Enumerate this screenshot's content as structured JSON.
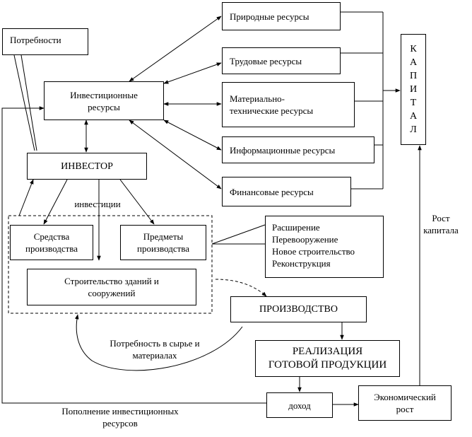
{
  "boxes": {
    "needs": "Потребности",
    "investment_resources": "Инвестиционные\nресурсы",
    "investor": "ИНВЕСТОР",
    "natural": "Природные ресурсы",
    "labor": "Трудовые ресурсы",
    "material": "Материально-\nтехнические ресурсы",
    "information": "Информационные ресурсы",
    "financial": "Финансовые ресурсы",
    "capital_letters": [
      "К",
      "А",
      "П",
      "И",
      "Т",
      "А",
      "Л"
    ],
    "means_of_production": "Средства\nпроизводства",
    "objects_of_production": "Предметы\nпроизводства",
    "construction": "Строительство зданий и\nсооружений",
    "expansion_list": "Расширение\nПеревооружение\nНовое строительство\nРеконструкция",
    "production": "ПРОИЗВОДСТВО",
    "realization": "РЕАЛИЗАЦИЯ\nГОТОВОЙ ПРОДУКЦИИ",
    "income": "доход",
    "economic_growth": "Экономический\nрост"
  },
  "labels": {
    "investments": "инвестиции",
    "raw_materials_need": "Потребность в сырье и\nматериалах",
    "replenishment": "Пополнение инвестиционных\nресурсов",
    "capital_growth": "Рост\nкапитала"
  }
}
